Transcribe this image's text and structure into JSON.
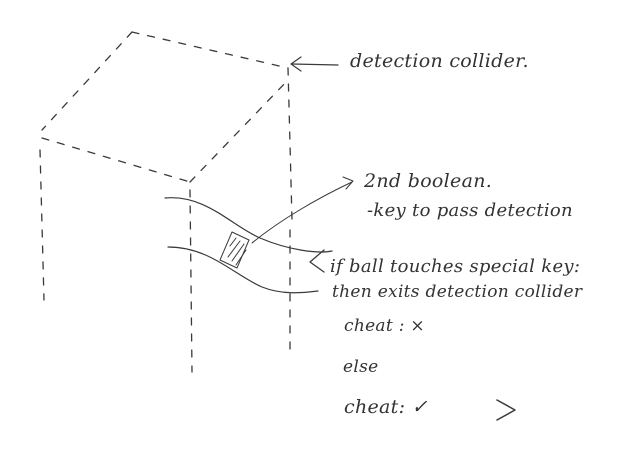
{
  "ink_color": "#3a3a3a",
  "labels": {
    "detection_collider": "detection collider.",
    "second_boolean": "2nd boolean.",
    "key_to_pass": "-key to pass detection",
    "if_condition": "if ball touches special key:",
    "then_line": "then exits detection collider",
    "cheat_fail": "cheat : ×",
    "else_label": "else",
    "cheat_pass": "cheat: ✓"
  }
}
